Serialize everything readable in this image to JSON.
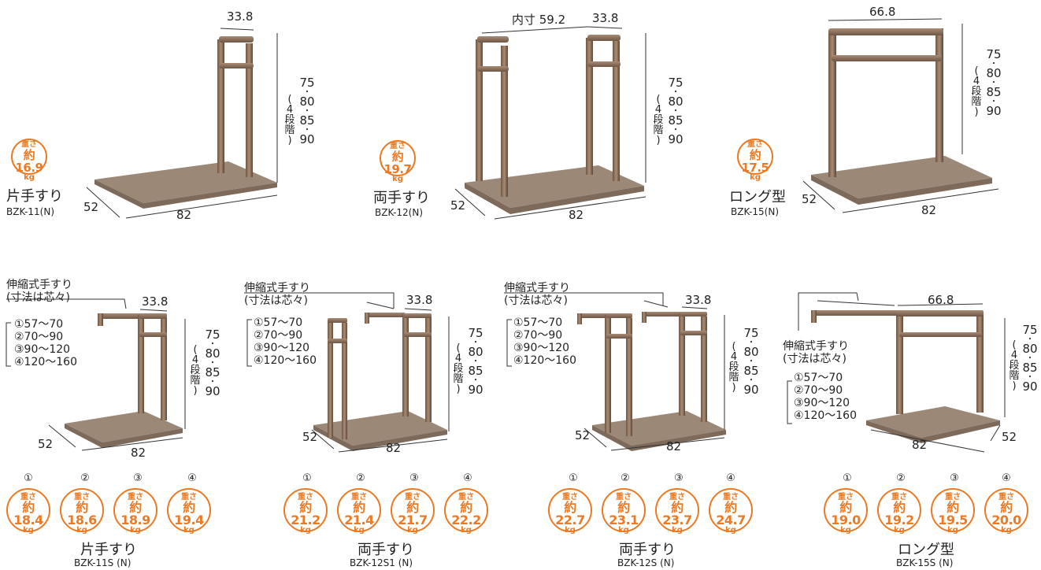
{
  "colors": {
    "accent": "#ec7a24",
    "frame": "#8c7460",
    "base": "#a89482"
  },
  "weight_label": "重さ",
  "unit_label": "kg",
  "height_values": [
    "75",
    "80",
    "85",
    "90"
  ],
  "height_dot": "・",
  "steps_label": [
    "(",
    "4",
    "段",
    "階",
    ")"
  ],
  "top_row": [
    {
      "name": "片手すり",
      "model": "BZK-11(N)",
      "weight": "約16.9",
      "width": "82",
      "depth": "52",
      "top": "33.8"
    },
    {
      "name": "両手すり",
      "model": "BZK-12(N)",
      "weight": "約19.7",
      "width": "82",
      "depth": "52",
      "top": "33.8",
      "inner": "内寸 59.2"
    },
    {
      "name": "ロング型",
      "model": "BZK-15(N)",
      "weight": "約17.5",
      "width": "82",
      "depth": "52",
      "top": "66.8"
    }
  ],
  "extension_label": "伸縮式手すり",
  "extension_note": "(寸法は芯々)",
  "extension_ranges": [
    "①57〜70",
    "②70〜90",
    "③90〜120",
    "④120〜160"
  ],
  "option_numbers": [
    "①",
    "②",
    "③",
    "④"
  ],
  "bottom_row": [
    {
      "name": "片手すり",
      "model": "BZK-11S (N)",
      "width": "82",
      "depth": "52",
      "top": "33.8",
      "weights": [
        "約18.4",
        "約18.6",
        "約18.9",
        "約19.4"
      ]
    },
    {
      "name": "両手すり",
      "model": "BZK-12S1 (N)",
      "width": "82",
      "depth": "52",
      "top": "33.8",
      "weights": [
        "約21.2",
        "約21.4",
        "約21.7",
        "約22.2"
      ]
    },
    {
      "name": "両手すり",
      "model": "BZK-12S (N)",
      "width": "82",
      "depth": "52",
      "top": "33.8",
      "weights": [
        "約22.7",
        "約23.1",
        "約23.7",
        "約24.7"
      ]
    },
    {
      "name": "ロング型",
      "model": "BZK-15S (N)",
      "width": "82",
      "depth": "52",
      "top": "66.8",
      "weights": [
        "約19.0",
        "約19.2",
        "約19.5",
        "約20.0"
      ]
    }
  ]
}
